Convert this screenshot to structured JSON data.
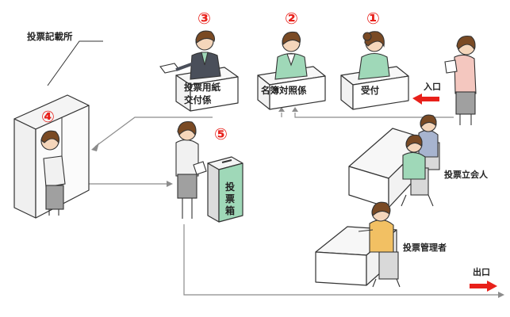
{
  "labels": {
    "booth_area": "投票記載所",
    "desk_ballot": "投票用紙交付係",
    "desk_ballot_lines": [
      "投票用紙",
      "交付係"
    ],
    "desk_register": "名簿対照係",
    "desk_reception": "受付",
    "ballot_box": "投票箱",
    "ballot_box_chars": [
      "投",
      "票",
      "箱"
    ],
    "witnesses": "投票立会人",
    "manager": "投票管理者",
    "entrance": "入口",
    "exit": "出口"
  },
  "steps": [
    "①",
    "②",
    "③",
    "④",
    "⑤"
  ],
  "colors": {
    "step_number": "#e8201a",
    "entrance_arrow": "#e8201a",
    "exit_arrow": "#e8201a",
    "flow_line": "#8c8c8c",
    "outline": "#333333",
    "skin": "#f5d6bb",
    "hair": "#7a4a24",
    "jacket_dark": "#4a4f5a",
    "shirt_green": "#9fd8b8",
    "cardigan_pink": "#f4c7bf",
    "shirt_blue": "#a7b4cf",
    "shirt_yellow": "#f2c063",
    "skirt_gray": "#a0a0a0",
    "chair_gray": "#d9d9d9"
  },
  "icons": [
    "arrow-right-icon"
  ]
}
